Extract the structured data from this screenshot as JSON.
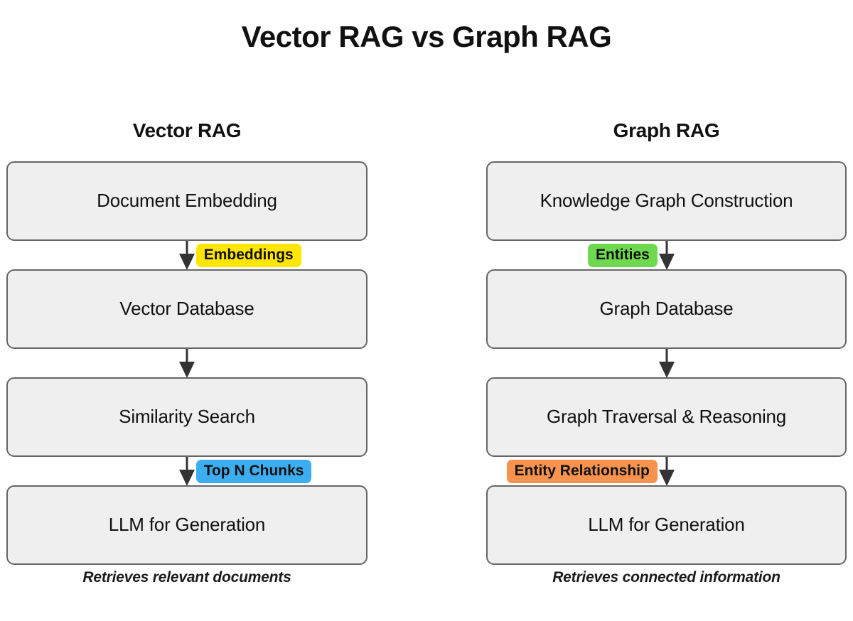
{
  "title": "Vector RAG vs Graph RAG",
  "colors": {
    "node_fill": "#efefef",
    "node_border": "#666666",
    "arrow": "#333333",
    "embeddings_pill": "#ffe600",
    "top_n_chunks_pill": "#3dadf2",
    "entities_pill": "#6ed94f",
    "entity_relationship_pill": "#f8934f"
  },
  "columns": [
    {
      "id": "vector-rag",
      "title": "Vector RAG",
      "nodes": [
        {
          "label": "Document Embedding"
        },
        {
          "label": "Vector Database"
        },
        {
          "label": "Similarity Search"
        },
        {
          "label": "LLM for Generation"
        }
      ],
      "edges": [
        {
          "from": "Document Embedding",
          "to": "Vector Database",
          "label": "Embeddings",
          "color": "#ffe600",
          "side": "right"
        },
        {
          "from": "Vector Database",
          "to": "Similarity Search",
          "label": "",
          "color": "",
          "side": ""
        },
        {
          "from": "Similarity Search",
          "to": "LLM for Generation",
          "label": "Top N Chunks",
          "color": "#3dadf2",
          "side": "right"
        }
      ],
      "caption": "Retrieves relevant documents"
    },
    {
      "id": "graph-rag",
      "title": "Graph RAG",
      "nodes": [
        {
          "label": "Knowledge Graph Construction"
        },
        {
          "label": "Graph Database"
        },
        {
          "label": "Graph Traversal & Reasoning"
        },
        {
          "label": "LLM for Generation"
        }
      ],
      "edges": [
        {
          "from": "Knowledge Graph Construction",
          "to": "Graph Database",
          "label": "Entities",
          "color": "#6ed94f",
          "side": "left"
        },
        {
          "from": "Graph Database",
          "to": "Graph Traversal & Reasoning",
          "label": "",
          "color": "",
          "side": ""
        },
        {
          "from": "Graph Traversal & Reasoning",
          "to": "LLM for Generation",
          "label": "Entity Relationship",
          "color": "#f8934f",
          "side": "left"
        }
      ],
      "caption": "Retrieves connected information"
    }
  ]
}
